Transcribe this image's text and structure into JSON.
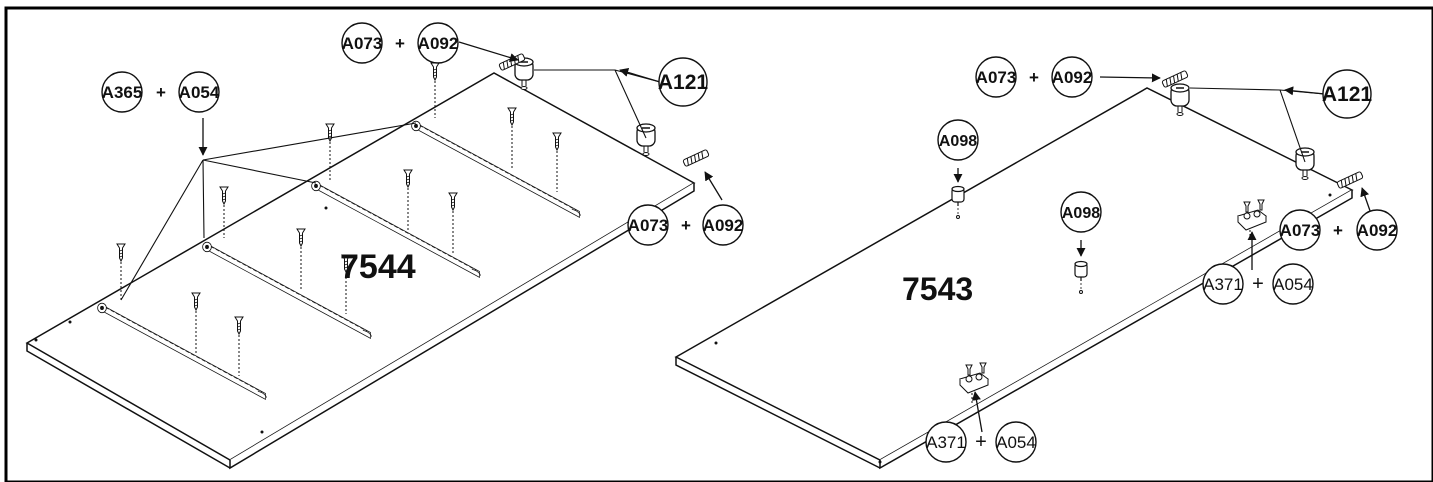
{
  "panels": [
    {
      "id": "7544",
      "label": "7544"
    },
    {
      "id": "7543",
      "label": "7543"
    }
  ],
  "callouts": {
    "left_a073": "A073",
    "left_a092": "A092",
    "left_a365": "A365",
    "left_a054": "A054",
    "left_a121": "A121",
    "left_a073_b": "A073",
    "left_a092_b": "A092",
    "right_a073": "A073",
    "right_a092": "A092",
    "right_a121": "A121",
    "right_a098_a": "A098",
    "right_a098_b": "A098",
    "right_a073_b": "A073",
    "right_a092_b": "A092",
    "right_a371_a": "A371",
    "right_a054_a": "A054",
    "right_a371_b": "A371",
    "right_a054_b": "A054",
    "plus": "+"
  },
  "colors": {
    "line": "#111111",
    "panel": "#ffffff",
    "frame": "#000000"
  }
}
